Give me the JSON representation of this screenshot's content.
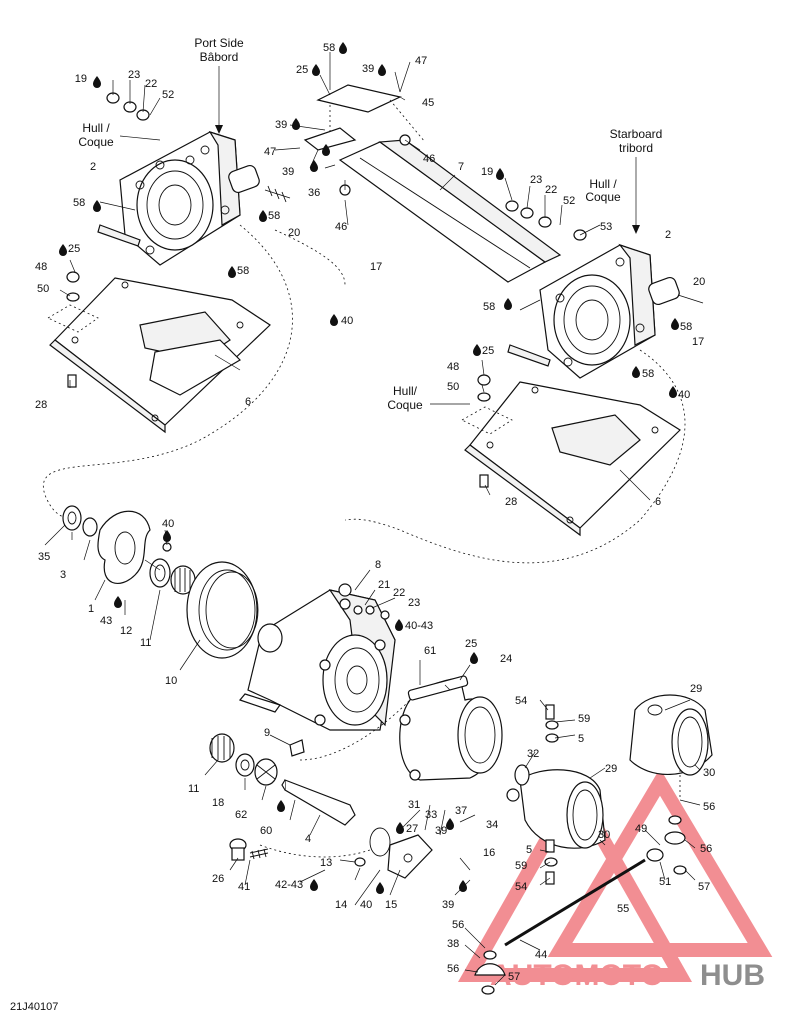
{
  "labels": {
    "port_side": [
      "Port Side",
      "Bâbord"
    ],
    "starboard": [
      "Starboard",
      "tribord"
    ],
    "hull_left": [
      "Hull /",
      "Coque"
    ],
    "hull_right": [
      "Hull /",
      "Coque"
    ],
    "hull_center": [
      "Hull/",
      "Coque"
    ],
    "doc_code": "21J40107"
  },
  "callouts": {
    "c19a": "19",
    "c23a": "23",
    "c22a": "22",
    "c52a": "52",
    "c2a": "2",
    "c58a": "58",
    "c58b": "58",
    "c20a": "20",
    "c25a": "25",
    "c48a": "48",
    "c50a": "50",
    "c58c": "58",
    "c28a": "28",
    "c6a": "6",
    "c58d": "58",
    "c25b": "25",
    "c39a": "39",
    "c47a": "47",
    "c45": "45",
    "c39b": "39",
    "c47b": "47",
    "c39c": "39",
    "c36": "36",
    "c46a": "46",
    "c46b": "46",
    "c7": "7",
    "c17a": "17",
    "c40a": "40",
    "c19b": "19",
    "c23b": "23",
    "c22b": "22",
    "c52b": "52",
    "c53": "53",
    "c2b": "2",
    "c20b": "20",
    "c58e": "58",
    "c58f": "58",
    "c17b": "17",
    "c40b": "40",
    "c25c": "25",
    "c48b": "48",
    "c50b": "50",
    "c58g": "58",
    "c28b": "28",
    "c6b": "6",
    "c35": "35",
    "c3": "3",
    "c1": "1",
    "c43": "43",
    "c12": "12",
    "c40c": "40",
    "c11a": "11",
    "c10": "10",
    "c8": "8",
    "c21": "21",
    "c22c": "22",
    "c23c": "23",
    "c4043": "40-43",
    "c25d": "25",
    "c24": "24",
    "c61": "61",
    "c9": "9",
    "c11b": "11",
    "c18": "18",
    "c62": "62",
    "c60": "60",
    "c4": "4",
    "c31": "31",
    "c33": "33",
    "c37": "37",
    "c39d": "39",
    "c34": "34",
    "c27": "27",
    "c13": "13",
    "c14": "14",
    "c40d": "40",
    "c15": "15",
    "c16": "16",
    "c39e": "39",
    "c4243": "42-43",
    "c26": "26",
    "c41": "41",
    "c54a": "54",
    "c59a": "59",
    "c5a": "5",
    "c32": "32",
    "c29a": "29",
    "c29b": "29",
    "c30a": "30",
    "c56a": "56",
    "c30b": "30",
    "c5b": "5",
    "c59b": "59",
    "c54b": "54",
    "c49": "49",
    "c56b": "56",
    "c51": "51",
    "c57a": "57",
    "c55": "55",
    "c56c": "56",
    "c38": "38",
    "c44": "44",
    "c56d": "56",
    "c57b": "57"
  },
  "watermark": {
    "text_a": "AUTOMOTO",
    "text_b": "HUB",
    "color_a": "#e8323c",
    "color_b": "#333333"
  }
}
